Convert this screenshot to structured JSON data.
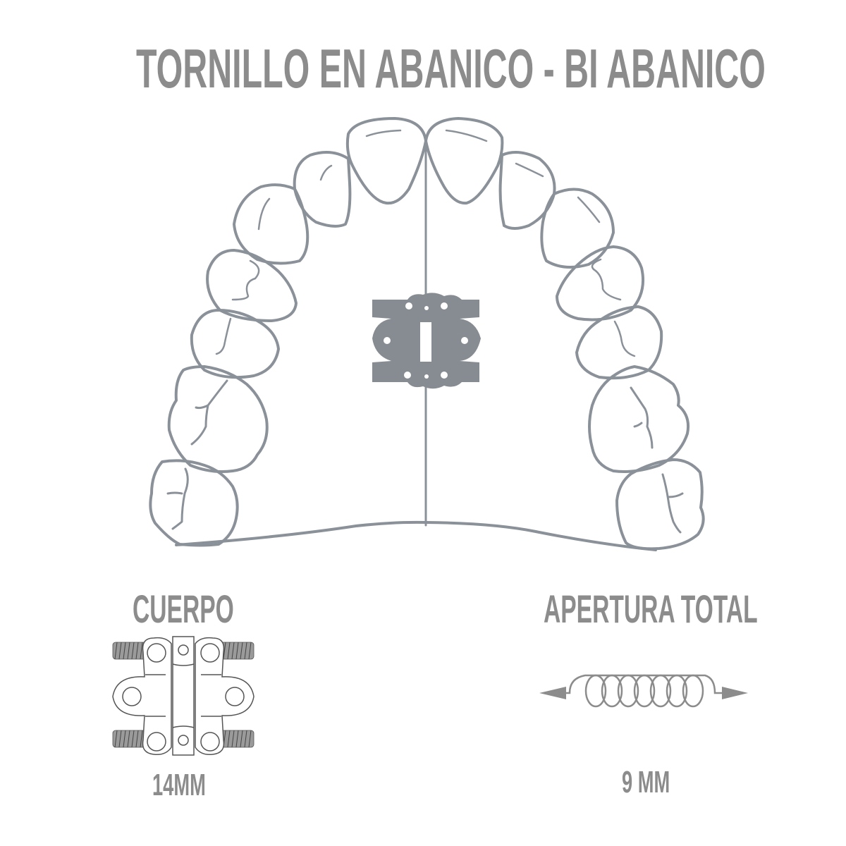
{
  "title": "TORNILLO EN ABANICO - BI ABANICO",
  "colors": {
    "text": "#8c8c8c",
    "outline": "#8b9199",
    "screw_fill": "#878c93",
    "background": "#ffffff"
  },
  "diagram": {
    "subject": "upper-dental-arch",
    "center_component": "fan-screw",
    "icons": [
      "teeth-arch-icon",
      "fan-screw-icon",
      "screw-body-icon",
      "spring-expansion-icon"
    ]
  },
  "cuerpo": {
    "label": "CUERPO",
    "value": "14MM"
  },
  "apertura": {
    "label": "APERTURA TOTAL",
    "value": "9 MM"
  }
}
